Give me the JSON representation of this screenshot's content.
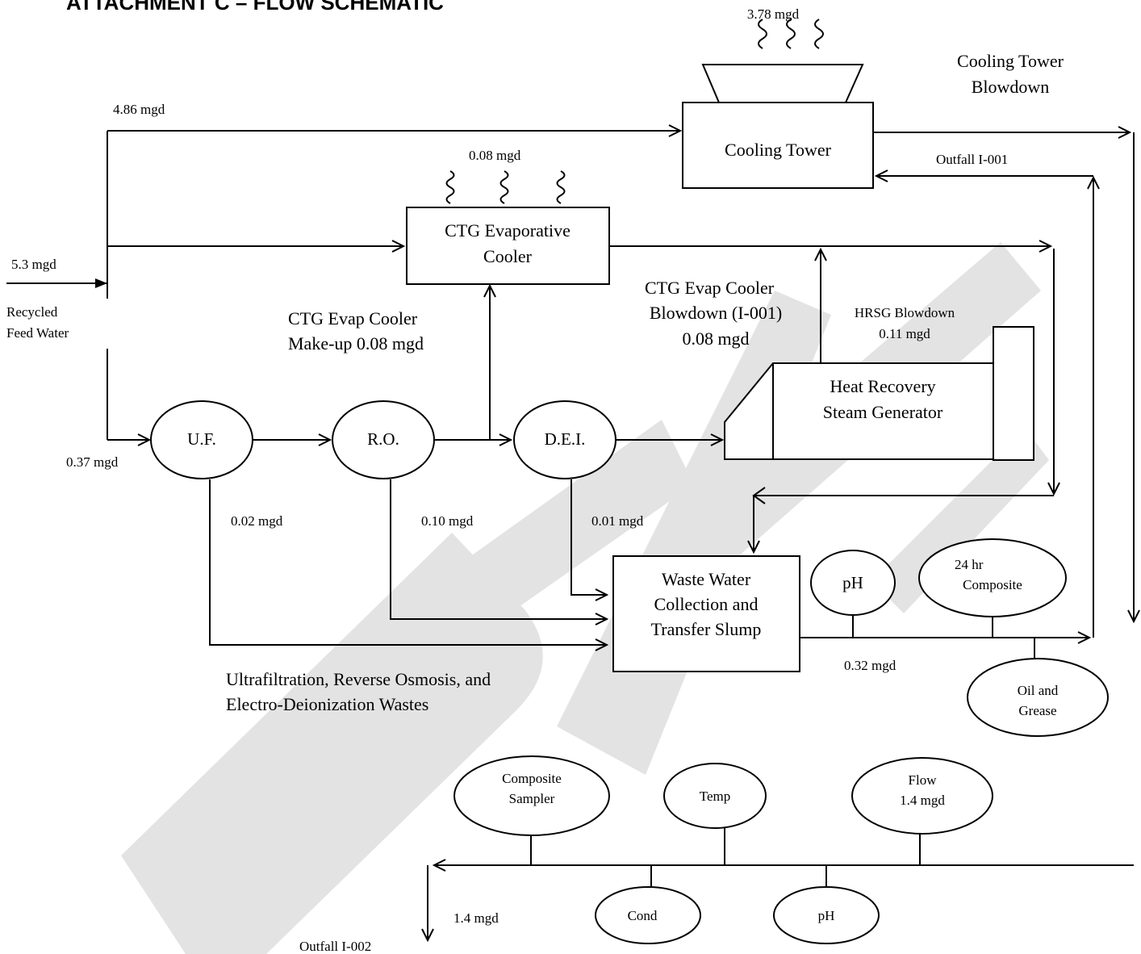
{
  "title": "ATTACHMENT C – FLOW SCHEMATIC",
  "watermark": "DRAFT",
  "colors": {
    "line": "#000000",
    "watermark": "#e3e3e3"
  },
  "nodes": {
    "cooling_tower": "Cooling Tower",
    "ctg_cooler": [
      "CTG Evaporative",
      "Cooler"
    ],
    "uf": "U.F.",
    "ro": "R.O.",
    "dei": "D.E.I.",
    "hrsg": [
      "Heat Recovery",
      "Steam Generator"
    ],
    "wwc": [
      "Waste Water",
      "Collection and",
      "Transfer Slump"
    ],
    "ph1": "pH",
    "composite_24": [
      "24 hr",
      "Composite"
    ],
    "oil_grease": [
      "Oil and",
      "Grease"
    ],
    "composite_sampler": [
      "Composite",
      "Sampler"
    ],
    "temp": "Temp",
    "flow": [
      "Flow",
      "1.4 mgd"
    ],
    "cond": "Cond",
    "ph2": "pH"
  },
  "labels": {
    "evap_tower": "3.78 mgd",
    "ct_blowdown": [
      "Cooling Tower",
      "Blowdown"
    ],
    "flow_ct": "4.86 mgd",
    "outfall_i001": "Outfall I-001",
    "evap_ctg": "0.08 mgd",
    "feed_flow": "5.3 mgd",
    "feed_water": [
      "Recycled",
      "Feed Water"
    ],
    "makeup": [
      "CTG Evap Cooler",
      "Make-up 0.08 mgd"
    ],
    "ctg_blowdown": [
      "CTG Evap Cooler",
      "Blowdown (I-001)",
      "0.08 mgd"
    ],
    "hrsg_blowdown": [
      "HRSG Blowdown",
      "0.11 mgd"
    ],
    "flow_uf": "0.37 mgd",
    "waste_uf": "0.02 mgd",
    "waste_ro": "0.10 mgd",
    "waste_dei": "0.01 mgd",
    "ww_out": "0.32  mgd",
    "wastes": [
      "Ultrafiltration, Reverse Osmosis, and",
      "Electro-Deionization Wastes"
    ],
    "final_flow": "1.4 mgd",
    "outfall_i002": "Outfall I-002"
  }
}
